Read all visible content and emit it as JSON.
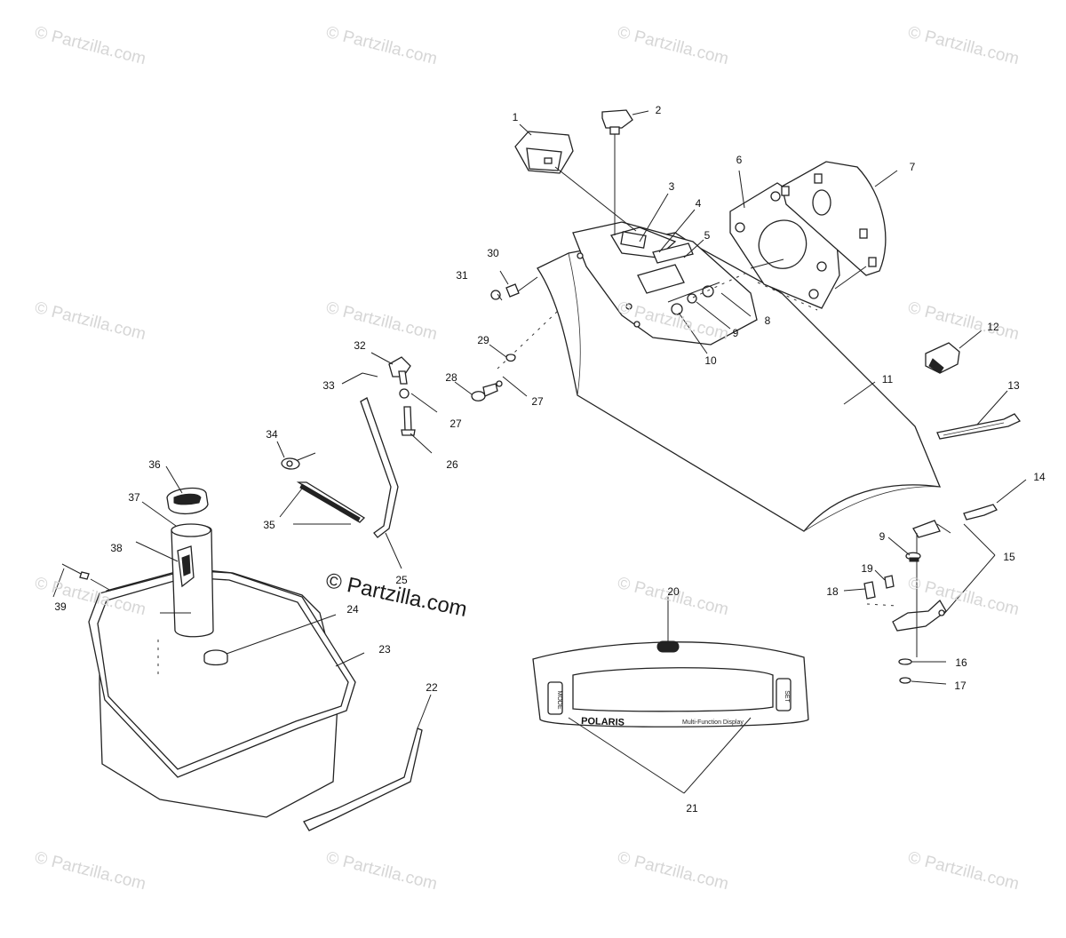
{
  "watermark_text": "© Partzilla.com",
  "main_watermark": "© Partzilla.com",
  "display_brand": "POLARIS",
  "display_caption": "Multi-Function Display",
  "display_mode_button": "MODE",
  "display_set_button": "SET",
  "callouts": [
    "1",
    "2",
    "3",
    "4",
    "5",
    "6",
    "7",
    "8",
    "9",
    "10",
    "11",
    "12",
    "13",
    "14",
    "15",
    "9",
    "19",
    "18",
    "20",
    "16",
    "17",
    "21",
    "22",
    "23",
    "24",
    "25",
    "26",
    "27",
    "27",
    "28",
    "29",
    "30",
    "31",
    "32",
    "33",
    "34",
    "35",
    "36",
    "37",
    "38",
    "39"
  ]
}
